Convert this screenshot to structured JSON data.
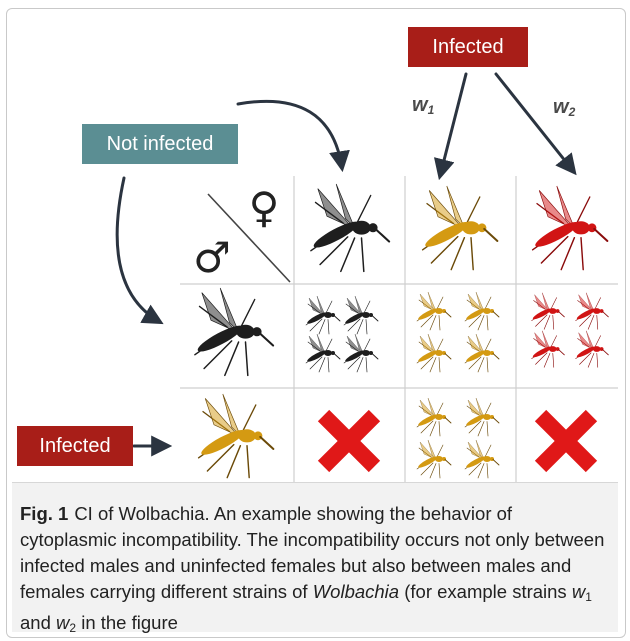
{
  "labels": {
    "infected_top": "Infected",
    "not_infected": "Not infected",
    "infected_left": "Infected"
  },
  "strains": {
    "w1_letter": "w",
    "w1_sub": "1",
    "w2_letter": "w",
    "w2_sub": "2"
  },
  "symbols": {
    "female": "♀",
    "male": "♂"
  },
  "caption": {
    "prefix": "Fig. 1",
    "text_1": "CI of Wolbachia. An example showing the behavior of cytoplasmic incompatibility. The incompatibility occurs not only between infected males and uninfected females but also between males and females carrying different strains of ",
    "italic": "Wolbachia",
    "text_2": " (for example strains ",
    "w1_letter": "w",
    "w1_sub": "1",
    "text_3": " and ",
    "w2_letter": "w",
    "w2_sub": "2",
    "text_4": " in the figure"
  },
  "colors": {
    "infected_red": "#a81e18",
    "not_infected_teal": "#5b8e93",
    "mosquito_uninfected": "#1e1e1e",
    "mosquito_w1": "#d49a12",
    "mosquito_w2": "#d11414",
    "cross_red": "#e01818",
    "grid_line": "#cfcfcf",
    "arrow": "#2b3440"
  },
  "icons": {
    "uninfected_mosquito": "mosquito-icon",
    "w1_mosquito": "mosquito-icon",
    "w2_mosquito": "mosquito-icon",
    "no_offspring": "cross-icon"
  }
}
